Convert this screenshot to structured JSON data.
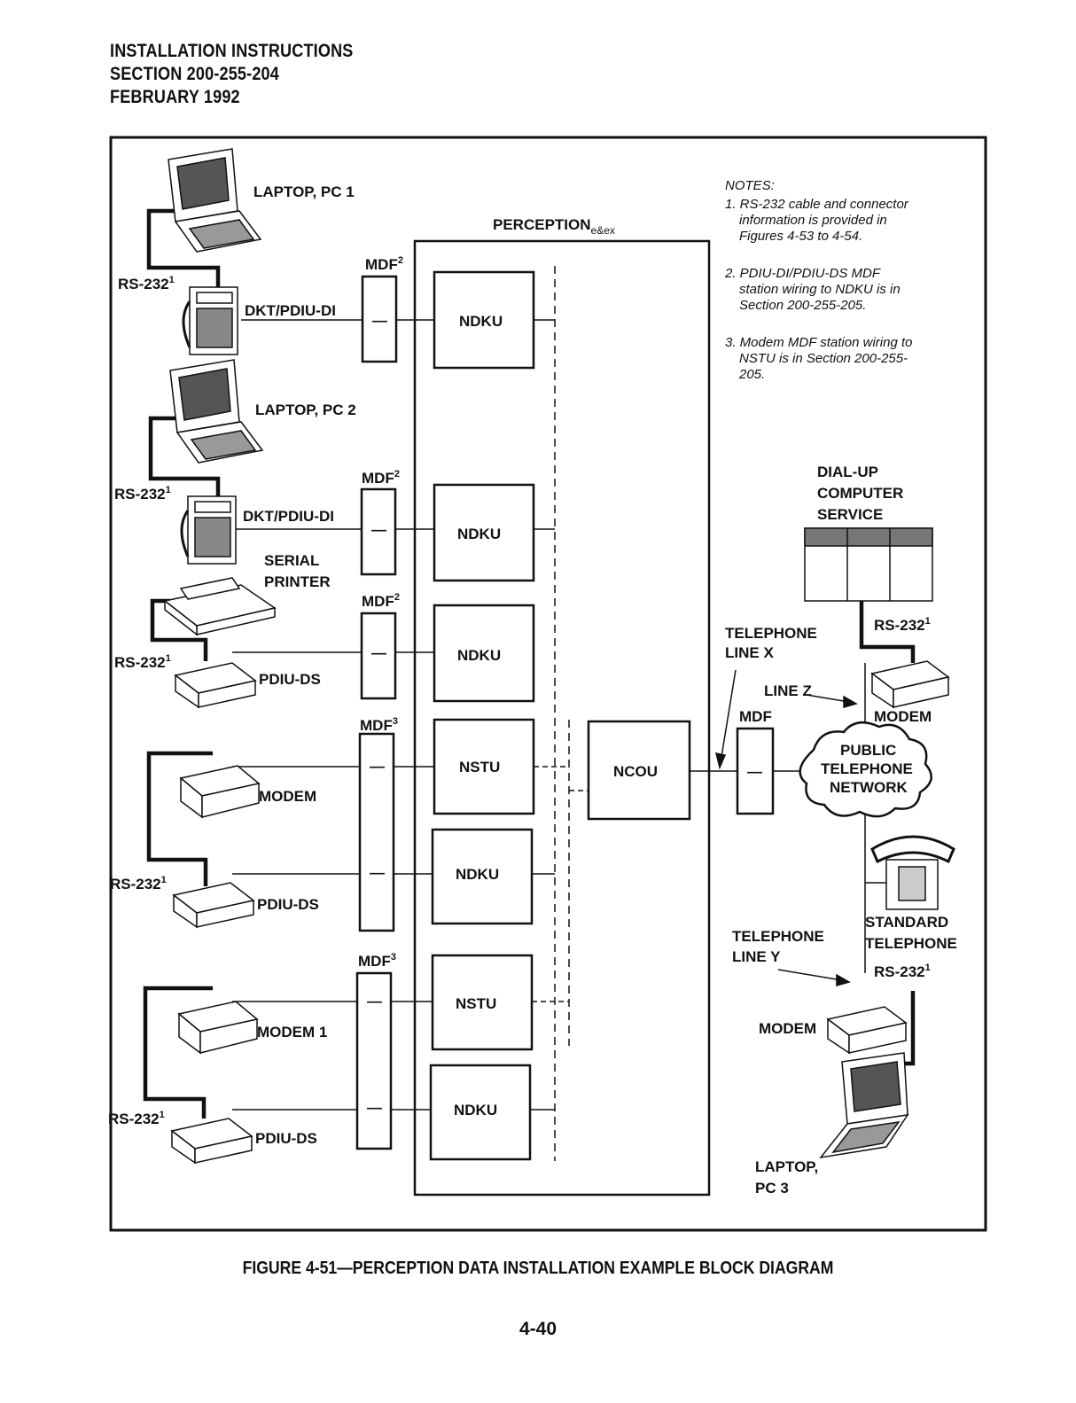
{
  "header": {
    "line1": "INSTALLATION INSTRUCTIONS",
    "line2": "SECTION 200-255-204",
    "line3": "FEBRUARY 1992"
  },
  "notes": {
    "title": "NOTES:",
    "n1": [
      "1. RS-232 cable and connector",
      "information is provided in",
      "Figures 4-53 to 4-54."
    ],
    "n2": [
      "2. PDIU-DI/PDIU-DS MDF",
      "station wiring to NDKU is in",
      "Section 200-255-205."
    ],
    "n3": [
      "3. Modem MDF station wiring to",
      "NSTU is in Section 200-255-",
      "205."
    ]
  },
  "system": {
    "name": "PERCEPTION",
    "sub": "e&ex"
  },
  "units": {
    "ndku": "NDKU",
    "nstu": "NSTU",
    "ncou": "NCOU"
  },
  "labels": {
    "laptop1": "LAPTOP, PC 1",
    "laptop2": "LAPTOP, PC 2",
    "laptop3a": "LAPTOP,",
    "laptop3b": "PC 3",
    "rs232": "RS-232",
    "sup1": "1",
    "mdf": "MDF",
    "sup2": "2",
    "sup3": "3",
    "dkt": "DKT/PDIU-DI",
    "serial1": "SERIAL",
    "serial2": "PRINTER",
    "pdiu_ds": "PDIU-DS",
    "modem": "MODEM",
    "modem1": "MODEM 1",
    "dialup1": "DIAL-UP",
    "dialup2": "COMPUTER",
    "dialup3": "SERVICE",
    "telx1": "TELEPHONE",
    "telx2": "LINE X",
    "linez": "LINE Z",
    "pub1": "PUBLIC",
    "pub2": "TELEPHONE",
    "pub3": "NETWORK",
    "std1": "STANDARD",
    "std2": "TELEPHONE",
    "tely1": "TELEPHONE",
    "tely2": "LINE Y",
    "dash": "—"
  },
  "caption": "FIGURE 4-51—PERCEPTION DATA INSTALLATION EXAMPLE BLOCK DIAGRAM",
  "page_number": "4-40"
}
